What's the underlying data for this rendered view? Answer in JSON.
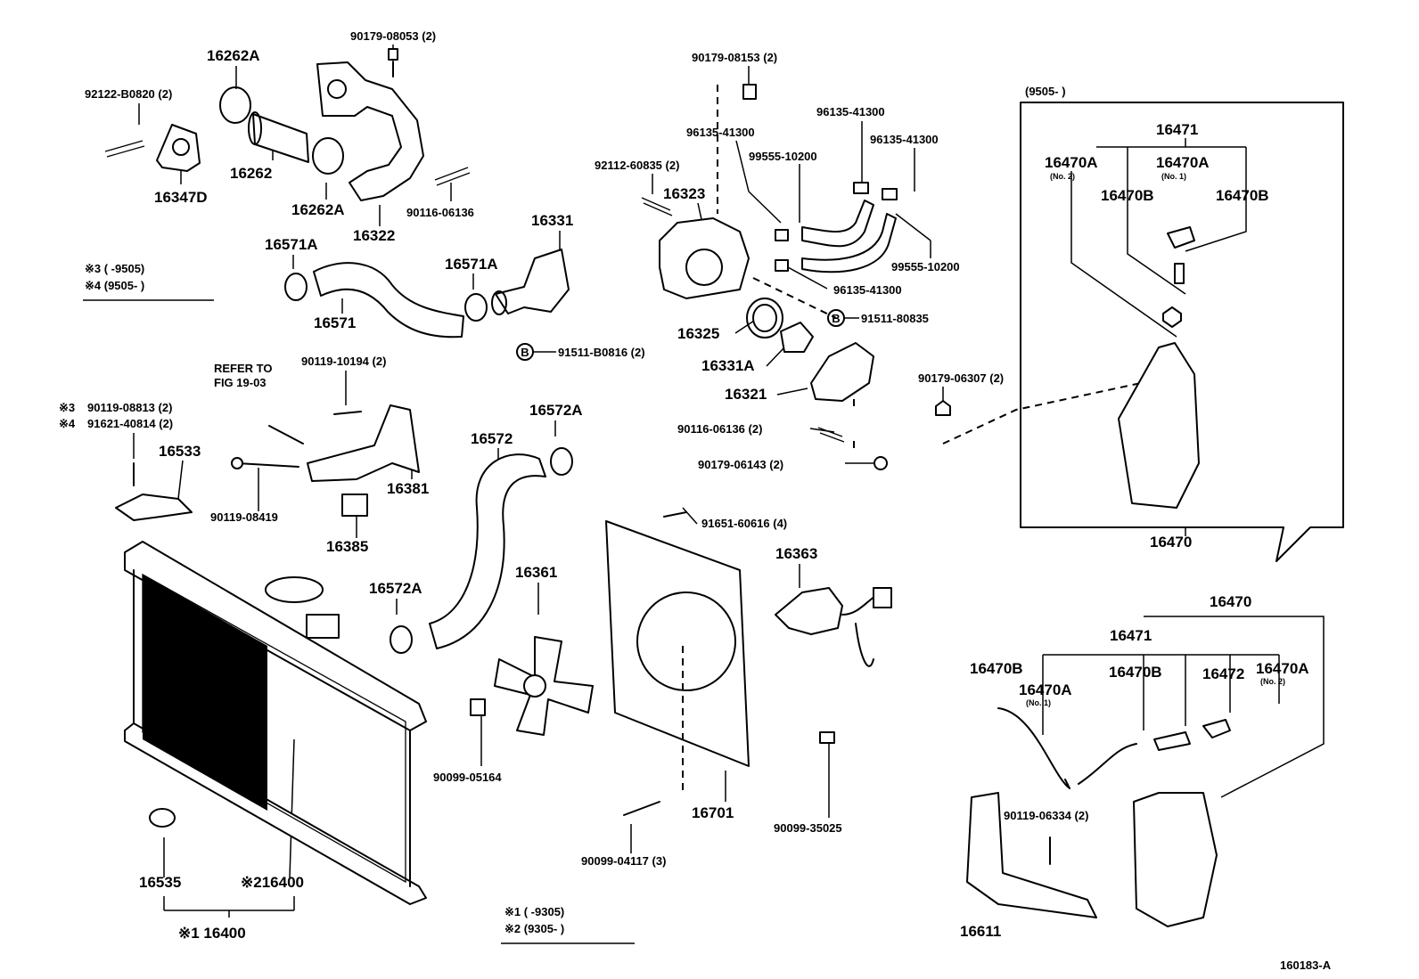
{
  "figure_code": "160183-A",
  "notes": {
    "n3": "※3 (      -9505)",
    "n4": "※4 (9505-        )",
    "n1": "※1 (      -9305)",
    "n2": "※2 (9305-        )",
    "refer": "REFER TO",
    "fig": "FIG 19-03",
    "inset_period": "(9505-          )"
  },
  "labels": {
    "p90179_08053": "90179-08053 (2)",
    "p16262A_top": "16262A",
    "p92122": "92122-B0820 (2)",
    "p16262": "16262",
    "p16347D": "16347D",
    "p16262A_b": "16262A",
    "p16322": "16322",
    "p90116_06136_a": "90116-06136",
    "p16571A_l": "16571A",
    "p16571A_r": "16571A",
    "p16331": "16331",
    "p16571": "16571",
    "p91511_B0816": "91511-B0816 (2)",
    "p90179_08153": "90179-08153 (2)",
    "p96135_a": "96135-41300",
    "p96135_b": "96135-41300",
    "p96135_c": "96135-41300",
    "p96135_d": "96135-41300",
    "p99555_a": "99555-10200",
    "p99555_b": "99555-10200",
    "p92112": "92112-60835 (2)",
    "p16323": "16323",
    "p91511_80835": "91511-80835",
    "p16325": "16325",
    "p16331A": "16331A",
    "p16321": "16321",
    "p90179_06307": "90179-06307 (2)",
    "p90116_06136_b": "90116-06136 (2)",
    "p90179_06143": "90179-06143 (2)",
    "p90119_10194": "90119-10194 (2)",
    "p90119_08813": "90119-08813 (2)",
    "p91621": "91621-40814 (2)",
    "p16533": "16533",
    "p90119_08419": "90119-08419",
    "p16385": "16385",
    "p16381": "16381",
    "p16572": "16572",
    "p16572A_t": "16572A",
    "p16572A_l": "16572A",
    "p91651": "91651-60616 (4)",
    "p16363": "16363",
    "p16361": "16361",
    "p90099_05164": "90099-05164",
    "p16701": "16701",
    "p90099_04117": "90099-04117 (3)",
    "p90099_35025": "90099-35025",
    "p16535": "16535",
    "p16400_2": "※216400",
    "p16400_1": "※1 16400",
    "m3": "※3",
    "m4": "※4",
    "i16471": "16471",
    "i16470A_l": "16470A",
    "i16470A_r": "16470A",
    "i_no2": "(No. 2)",
    "i_no1": "(No. 1)",
    "i16470B_l": "16470B",
    "i16470B_r": "16470B",
    "i16470": "16470",
    "r16470": "16470",
    "r16471": "16471",
    "r16470B_l": "16470B",
    "r16470A_l": "16470A",
    "r_no1": "(No. 1)",
    "r16470B_m": "16470B",
    "r16472": "16472",
    "r16470A_r": "16470A",
    "r_no2": "(No. 2)",
    "r90119_06334": "90119-06334 (2)",
    "r16611": "16611",
    "b_mark_1": "B",
    "b_mark_2": "B"
  }
}
